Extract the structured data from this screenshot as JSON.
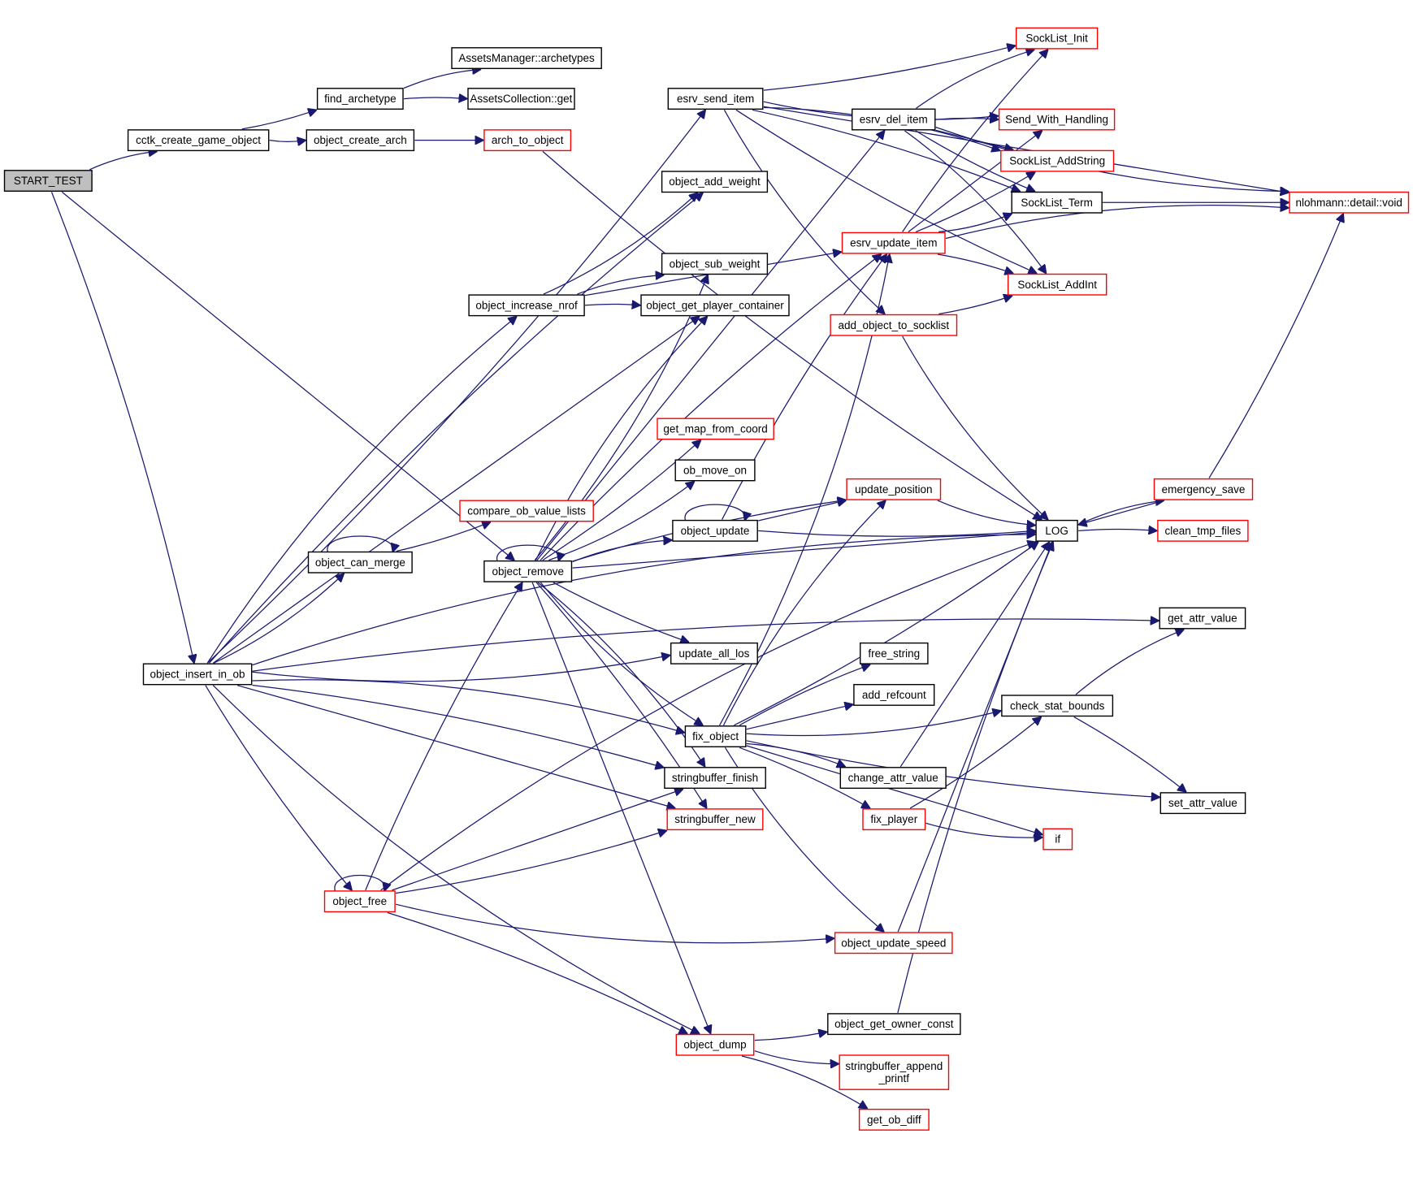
{
  "colors": {
    "edge": "#191970",
    "node_border": "#000000",
    "node_border_incomplete": "#ff0000",
    "root_fill": "#bfbfbf",
    "background": "#ffffff"
  },
  "nodes": [
    {
      "id": "START_TEST",
      "label": "START_TEST",
      "root": true
    },
    {
      "id": "cctk_create_game_object",
      "label": "cctk_create_game_object"
    },
    {
      "id": "object_insert_in_ob",
      "label": "object_insert_in_ob"
    },
    {
      "id": "object_remove",
      "label": "object_remove"
    },
    {
      "id": "find_archetype",
      "label": "find_archetype"
    },
    {
      "id": "object_create_arch",
      "label": "object_create_arch"
    },
    {
      "id": "AssetsManager_archetypes",
      "label": "AssetsManager::archetypes"
    },
    {
      "id": "AssetsCollection_get",
      "label": "AssetsCollection::get"
    },
    {
      "id": "arch_to_object",
      "label": "arch_to_object",
      "red": true
    },
    {
      "id": "LOG",
      "label": "LOG"
    },
    {
      "id": "object_can_merge",
      "label": "object_can_merge"
    },
    {
      "id": "compare_ob_value_lists",
      "label": "compare_ob_value_lists",
      "red": true
    },
    {
      "id": "object_increase_nrof",
      "label": "object_increase_nrof"
    },
    {
      "id": "object_add_weight",
      "label": "object_add_weight"
    },
    {
      "id": "object_sub_weight",
      "label": "object_sub_weight"
    },
    {
      "id": "object_get_player_container",
      "label": "object_get_player_container"
    },
    {
      "id": "esrv_update_item",
      "label": "esrv_update_item",
      "red": true
    },
    {
      "id": "esrv_send_item",
      "label": "esrv_send_item"
    },
    {
      "id": "update_all_los",
      "label": "update_all_los"
    },
    {
      "id": "fix_object",
      "label": "fix_object"
    },
    {
      "id": "stringbuffer_finish",
      "label": "stringbuffer_finish"
    },
    {
      "id": "stringbuffer_new",
      "label": "stringbuffer_new",
      "red": true
    },
    {
      "id": "object_free",
      "label": "object_free",
      "red": true
    },
    {
      "id": "object_dump",
      "label": "object_dump",
      "red": true
    },
    {
      "id": "SockList_Init",
      "label": "SockList_Init",
      "red": true
    },
    {
      "id": "Send_With_Handling",
      "label": "Send_With_Handling",
      "red": true
    },
    {
      "id": "SockList_AddString",
      "label": "SockList_AddString",
      "red": true
    },
    {
      "id": "SockList_Term",
      "label": "SockList_Term"
    },
    {
      "id": "nlohmann_detail_void",
      "label": "nlohmann::detail::void",
      "red": true
    },
    {
      "id": "SockList_AddInt",
      "label": "SockList_AddInt",
      "red": true
    },
    {
      "id": "esrv_del_item",
      "label": "esrv_del_item"
    },
    {
      "id": "add_object_to_socklist",
      "label": "add_object_to_socklist",
      "red": true
    },
    {
      "id": "get_map_from_coord",
      "label": "get_map_from_coord",
      "red": true
    },
    {
      "id": "ob_move_on",
      "label": "ob_move_on"
    },
    {
      "id": "object_update",
      "label": "object_update"
    },
    {
      "id": "update_position",
      "label": "update_position",
      "red": true
    },
    {
      "id": "emergency_save",
      "label": "emergency_save",
      "red": true
    },
    {
      "id": "clean_tmp_files",
      "label": "clean_tmp_files",
      "red": true
    },
    {
      "id": "get_attr_value",
      "label": "get_attr_value"
    },
    {
      "id": "free_string",
      "label": "free_string"
    },
    {
      "id": "add_refcount",
      "label": "add_refcount"
    },
    {
      "id": "check_stat_bounds",
      "label": "check_stat_bounds"
    },
    {
      "id": "change_attr_value",
      "label": "change_attr_value"
    },
    {
      "id": "set_attr_value",
      "label": "set_attr_value"
    },
    {
      "id": "fix_player",
      "label": "fix_player",
      "red": true
    },
    {
      "id": "if",
      "label": "if",
      "red": true
    },
    {
      "id": "object_update_speed",
      "label": "object_update_speed",
      "red": true
    },
    {
      "id": "object_get_owner_const",
      "label": "object_get_owner_const"
    },
    {
      "id": "stringbuffer_append_printf",
      "label": "stringbuffer_append\n_printf",
      "red": true
    },
    {
      "id": "get_ob_diff",
      "label": "get_ob_diff",
      "red": true
    }
  ],
  "edges": [
    [
      "START_TEST",
      "cctk_create_game_object"
    ],
    [
      "START_TEST",
      "object_insert_in_ob"
    ],
    [
      "START_TEST",
      "object_remove"
    ],
    [
      "cctk_create_game_object",
      "find_archetype"
    ],
    [
      "cctk_create_game_object",
      "object_create_arch"
    ],
    [
      "find_archetype",
      "AssetsManager_archetypes"
    ],
    [
      "find_archetype",
      "AssetsCollection_get"
    ],
    [
      "object_create_arch",
      "arch_to_object"
    ],
    [
      "arch_to_object",
      "LOG"
    ],
    [
      "object_insert_in_ob",
      "object_can_merge"
    ],
    [
      "object_insert_in_ob",
      "object_increase_nrof"
    ],
    [
      "object_insert_in_ob",
      "object_add_weight"
    ],
    [
      "object_insert_in_ob",
      "object_get_player_container"
    ],
    [
      "object_insert_in_ob",
      "esrv_send_item"
    ],
    [
      "object_insert_in_ob",
      "update_all_los"
    ],
    [
      "object_insert_in_ob",
      "fix_object"
    ],
    [
      "object_insert_in_ob",
      "stringbuffer_finish"
    ],
    [
      "object_insert_in_ob",
      "stringbuffer_new"
    ],
    [
      "object_insert_in_ob",
      "object_free"
    ],
    [
      "object_insert_in_ob",
      "object_dump"
    ],
    [
      "object_insert_in_ob",
      "LOG"
    ],
    [
      "object_insert_in_ob",
      "get_attr_value"
    ],
    [
      "object_can_merge",
      "object_can_merge"
    ],
    [
      "object_can_merge",
      "compare_ob_value_lists"
    ],
    [
      "object_increase_nrof",
      "object_add_weight"
    ],
    [
      "object_increase_nrof",
      "object_sub_weight"
    ],
    [
      "object_increase_nrof",
      "object_get_player_container"
    ],
    [
      "object_increase_nrof",
      "esrv_update_item"
    ],
    [
      "object_remove",
      "object_remove"
    ],
    [
      "object_remove",
      "object_sub_weight"
    ],
    [
      "object_remove",
      "object_get_player_container"
    ],
    [
      "object_remove",
      "esrv_update_item"
    ],
    [
      "object_remove",
      "esrv_del_item"
    ],
    [
      "object_remove",
      "get_map_from_coord"
    ],
    [
      "object_remove",
      "ob_move_on"
    ],
    [
      "object_remove",
      "object_update"
    ],
    [
      "object_remove",
      "update_position"
    ],
    [
      "object_remove",
      "LOG"
    ],
    [
      "object_remove",
      "update_all_los"
    ],
    [
      "object_remove",
      "fix_object"
    ],
    [
      "object_remove",
      "stringbuffer_finish"
    ],
    [
      "object_remove",
      "stringbuffer_new"
    ],
    [
      "object_remove",
      "object_dump"
    ],
    [
      "esrv_send_item",
      "SockList_Init"
    ],
    [
      "esrv_send_item",
      "Send_With_Handling"
    ],
    [
      "esrv_send_item",
      "SockList_AddString"
    ],
    [
      "esrv_send_item",
      "SockList_Term"
    ],
    [
      "esrv_send_item",
      "nlohmann_detail_void"
    ],
    [
      "esrv_send_item",
      "SockList_AddInt"
    ],
    [
      "esrv_send_item",
      "add_object_to_socklist"
    ],
    [
      "esrv_del_item",
      "SockList_Init"
    ],
    [
      "esrv_del_item",
      "Send_With_Handling"
    ],
    [
      "esrv_del_item",
      "SockList_AddString"
    ],
    [
      "esrv_del_item",
      "SockList_Term"
    ],
    [
      "esrv_del_item",
      "nlohmann_detail_void"
    ],
    [
      "esrv_del_item",
      "SockList_AddInt"
    ],
    [
      "esrv_update_item",
      "SockList_Init"
    ],
    [
      "esrv_update_item",
      "Send_With_Handling"
    ],
    [
      "esrv_update_item",
      "SockList_AddString"
    ],
    [
      "esrv_update_item",
      "SockList_Term"
    ],
    [
      "esrv_update_item",
      "nlohmann_detail_void"
    ],
    [
      "esrv_update_item",
      "SockList_AddInt"
    ],
    [
      "SockList_Term",
      "nlohmann_detail_void"
    ],
    [
      "add_object_to_socklist",
      "SockList_AddInt"
    ],
    [
      "add_object_to_socklist",
      "LOG"
    ],
    [
      "object_update",
      "object_update"
    ],
    [
      "object_update",
      "esrv_update_item"
    ],
    [
      "object_update",
      "update_position"
    ],
    [
      "object_update",
      "LOG"
    ],
    [
      "update_position",
      "LOG"
    ],
    [
      "LOG",
      "emergency_save"
    ],
    [
      "LOG",
      "clean_tmp_files"
    ],
    [
      "emergency_save",
      "LOG"
    ],
    [
      "emergency_save",
      "nlohmann_detail_void"
    ],
    [
      "fix_object",
      "esrv_update_item"
    ],
    [
      "fix_object",
      "update_position"
    ],
    [
      "fix_object",
      "free_string"
    ],
    [
      "fix_object",
      "add_refcount"
    ],
    [
      "fix_object",
      "LOG"
    ],
    [
      "fix_object",
      "check_stat_bounds"
    ],
    [
      "fix_object",
      "change_attr_value"
    ],
    [
      "fix_object",
      "fix_player"
    ],
    [
      "fix_object",
      "if"
    ],
    [
      "fix_object",
      "set_attr_value"
    ],
    [
      "fix_object",
      "object_update_speed"
    ],
    [
      "check_stat_bounds",
      "get_attr_value"
    ],
    [
      "check_stat_bounds",
      "set_attr_value"
    ],
    [
      "change_attr_value",
      "LOG"
    ],
    [
      "fix_player",
      "check_stat_bounds"
    ],
    [
      "fix_player",
      "if"
    ],
    [
      "object_free",
      "object_free"
    ],
    [
      "object_free",
      "object_remove"
    ],
    [
      "object_free",
      "stringbuffer_finish"
    ],
    [
      "object_free",
      "stringbuffer_new"
    ],
    [
      "object_free",
      "object_update_speed"
    ],
    [
      "object_free",
      "LOG"
    ],
    [
      "object_free",
      "object_dump"
    ],
    [
      "object_update_speed",
      "LOG"
    ],
    [
      "object_dump",
      "object_get_owner_const"
    ],
    [
      "object_dump",
      "stringbuffer_append_printf"
    ],
    [
      "object_dump",
      "get_ob_diff"
    ],
    [
      "object_get_owner_const",
      "LOG"
    ]
  ]
}
